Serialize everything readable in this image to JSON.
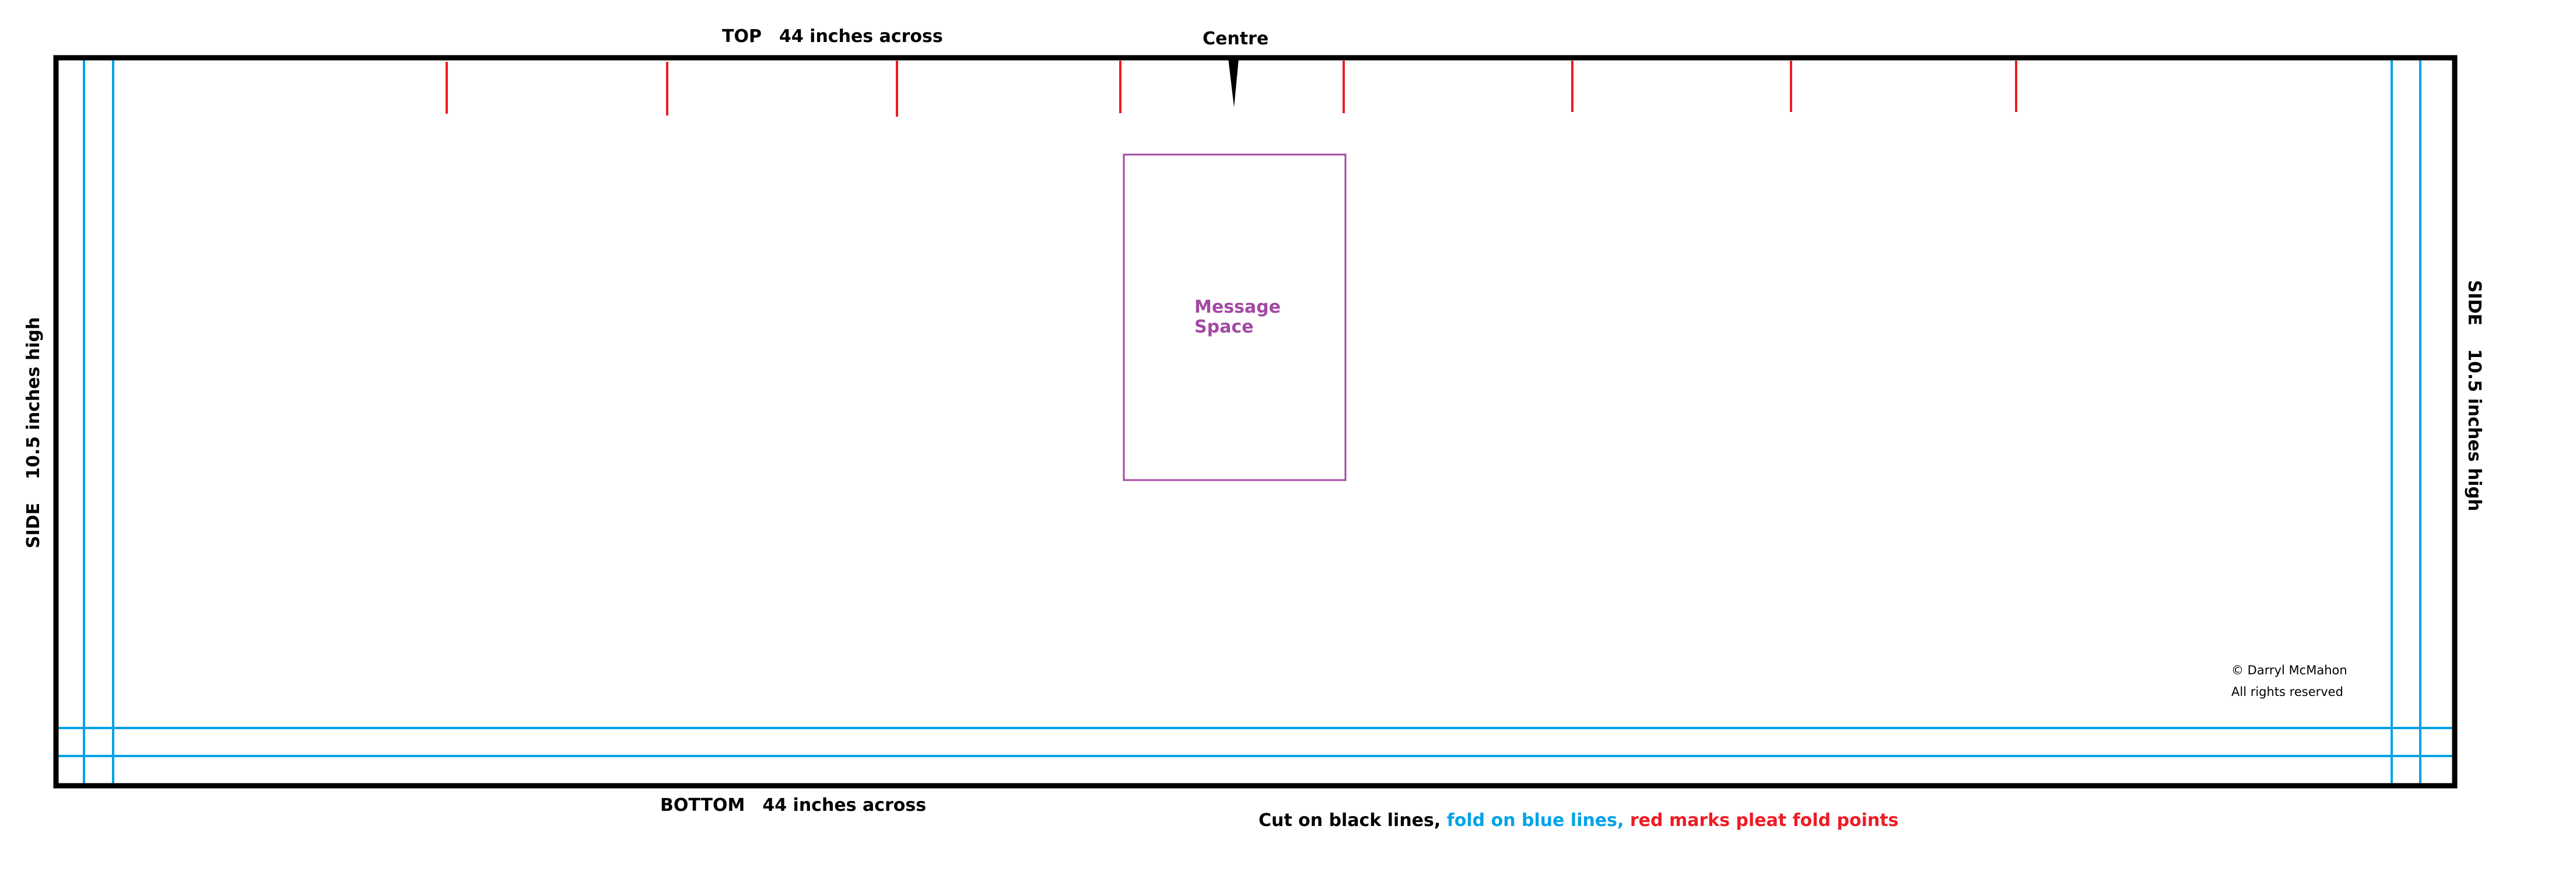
{
  "labels": {
    "top_word": "TOP",
    "top_measure": "44 inches across",
    "centre": "Centre",
    "bottom_word": "BOTTOM",
    "bottom_measure": "44 inches across",
    "left_side_word": "SIDE",
    "left_side_measure": "10.5 inches high",
    "right_side_word": "SIDE",
    "right_side_measure": "10.5 inches high",
    "message_line1": "Message",
    "message_line2": "Space",
    "copyright": "© Darryl McMahon",
    "rights": "All rights reserved"
  },
  "legend": {
    "cut": "Cut on black lines,",
    "fold": " fold on blue lines,",
    "pleat": " red marks pleat fold points"
  },
  "colors": {
    "cut": "#000000",
    "fold": "#00a2e8",
    "pleat": "#ed1c24",
    "message": "#a349a4"
  }
}
